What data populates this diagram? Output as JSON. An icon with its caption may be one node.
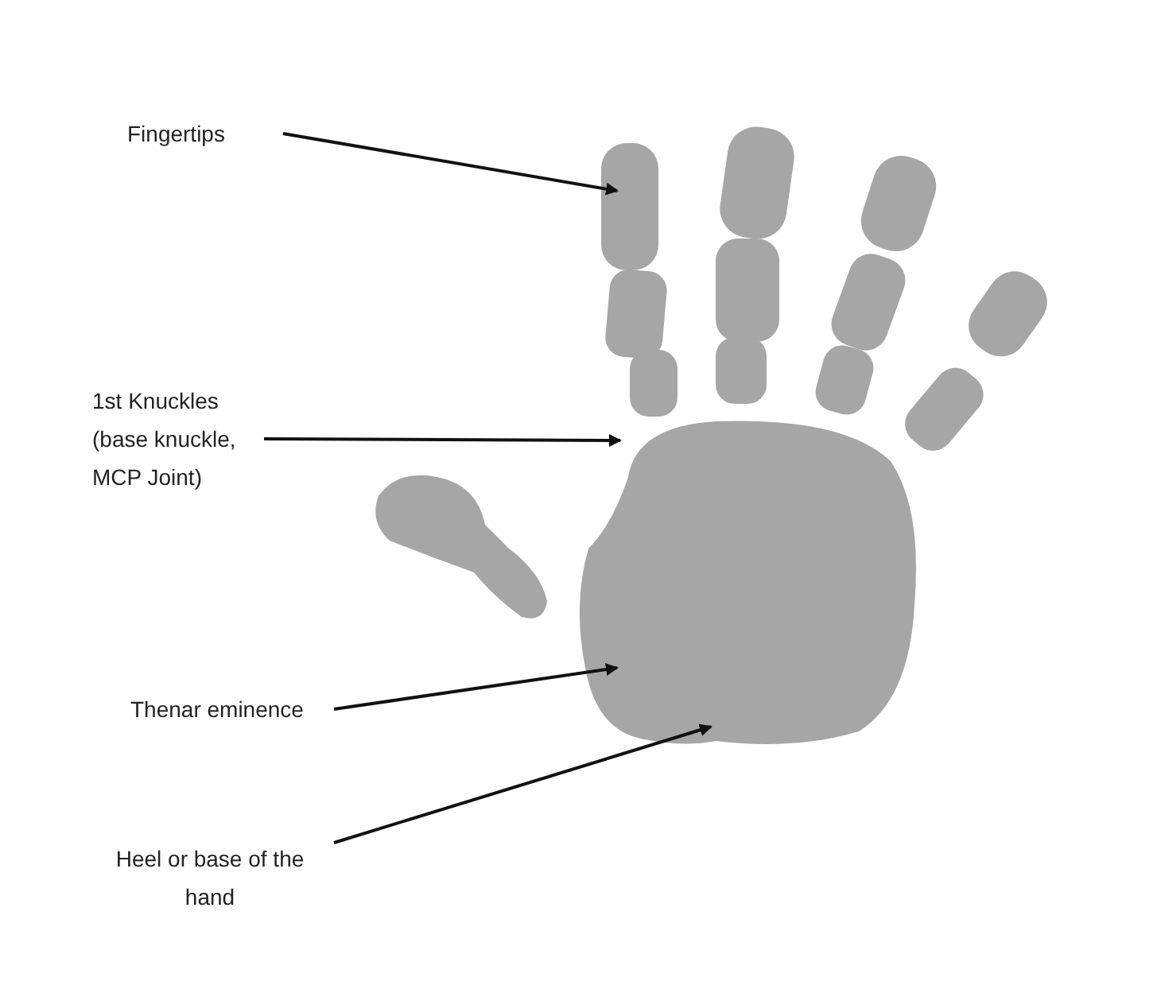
{
  "diagram": {
    "nodes": [
      {
        "text": [
          "Fingertips"
        ]
      },
      {
        "text": [
          "1st Knuckles (base knuckle, MCP Joint)"
        ]
      },
      {
        "text": [
          "Thenar eminence"
        ]
      },
      {
        "text": [
          "Heel or base of the hand"
        ]
      }
    ],
    "edges": [
      {
        "from": 0,
        "to": null,
        "arrow": "to"
      },
      {
        "from": 1,
        "to": null,
        "arrow": "to"
      },
      {
        "from": 2,
        "to": null,
        "arrow": "to"
      },
      {
        "from": 3,
        "to": null,
        "arrow": "to"
      }
    ]
  }
}
